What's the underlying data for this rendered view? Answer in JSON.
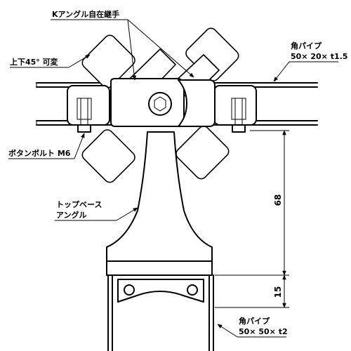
{
  "labels": {
    "k_angle": "Kアングル自在継手",
    "tilt": "上下45° 可変",
    "top_pipe_line1": "角パイプ",
    "top_pipe_line2": "50× 20× t1.5",
    "bolt": "ボタンボルト M6",
    "base_line1": "トップベース",
    "base_line2": "アングル",
    "bottom_pipe_line1": "角パイプ",
    "bottom_pipe_line2": "50× 50× t2"
  },
  "dimensions": {
    "upper": "68",
    "lower": "15"
  }
}
